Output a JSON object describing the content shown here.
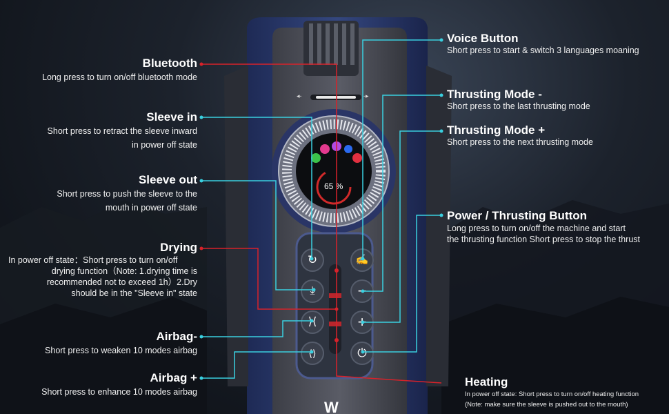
{
  "labels": {
    "bluetooth": {
      "title": "Bluetooth",
      "desc": "Long press to turn on/off bluetooth mode"
    },
    "sleeve_in": {
      "title": "Sleeve in",
      "desc1": "Short press to retract the sleeve inward",
      "desc2": "in power off state"
    },
    "sleeve_out": {
      "title": "Sleeve out",
      "desc1": "Short press to push the sleeve to the",
      "desc2": "mouth in power off state"
    },
    "drying": {
      "title": "Drying",
      "desc1": "In power off state：Short press to turn on/off",
      "desc2": "drying function（Note: 1.drying time is",
      "desc3": "recommended not to exceed 1h）2.Dry",
      "desc4": "should be in the \"Sleeve in\" state"
    },
    "airbag_minus": {
      "title": "Airbag-",
      "desc": "Short press to weaken 10 modes airbag"
    },
    "airbag_plus": {
      "title": "Airbag +",
      "desc": "Short press to enhance 10 modes airbag"
    },
    "voice": {
      "title": "Voice Button",
      "desc": "Short press to start & switch 3 languages moaning"
    },
    "thrust_minus": {
      "title": "Thrusting Mode -",
      "desc": "Short press to the last thrusting mode"
    },
    "thrust_plus": {
      "title": "Thrusting Mode +",
      "desc": "Short press to the next thrusting mode"
    },
    "power": {
      "title": "Power / Thrusting Button",
      "desc1": "Long press to turn on/off the machine and start",
      "desc2": "the thrusting function Short press to stop the thrust"
    },
    "heating": {
      "title": "Heating",
      "desc1": "In power off state: Short press to turn on/off heating function",
      "desc2": "(Note: make sure the sleeve is pushed out to the mouth)"
    }
  },
  "display": {
    "percent": "65 %"
  },
  "slider": {
    "minus": "◂-",
    "plus": "-▸"
  },
  "colors": {
    "device_blue": "#2b3d7a",
    "line_red": "#d8222a",
    "line_cyan": "#3ad0e0"
  }
}
